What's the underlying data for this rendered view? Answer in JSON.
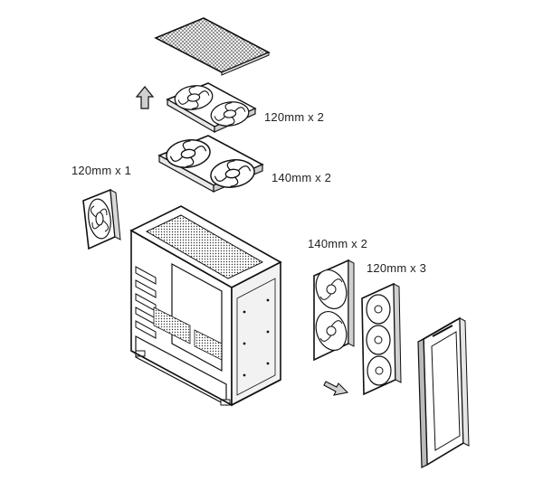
{
  "labels": {
    "top_fans": "120mm x 2",
    "top_fans_alt": "140mm x 2",
    "rear_fan": "120mm x 1",
    "front_fans": "140mm x 2",
    "front_fans_alt": "120mm x 3"
  },
  "icons": [
    "arrow-up-icon",
    "arrow-down-right-icon"
  ],
  "colors": {
    "line": "#1a1a1a",
    "fill_light": "#ffffff",
    "fill_shade": "#d9d9d9",
    "mesh": "#555555"
  }
}
